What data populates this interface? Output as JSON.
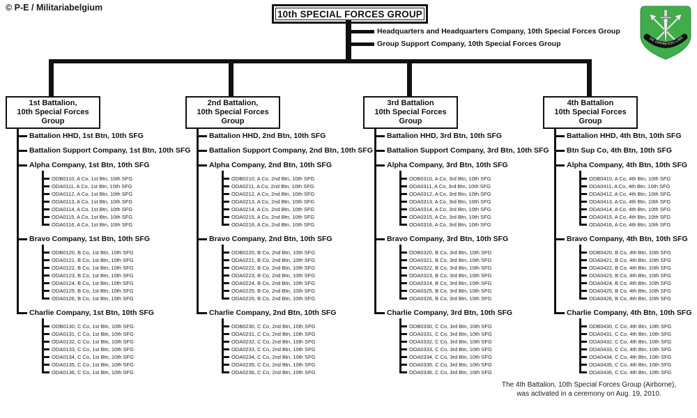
{
  "copyright": "© P-E / Militariabelgium",
  "root": {
    "title": "10th SPECIAL FORCES GROUP"
  },
  "group_units": [
    "Headquarters and Headquarters Company, 10th Special Forces Group",
    "Group Support Company, 10th Special Forces Group"
  ],
  "footnote": {
    "line1": "The 4th Battalion, 10th Special Forces Group (Airborne),",
    "line2": "was activated in a ceremony on Aug. 19, 2010."
  },
  "insignia": {
    "description": "10th Special Forces Group green beret flash with Special Forces crest",
    "motto": "DE OPPRESSO LIBER",
    "green": "#3fae49"
  },
  "battalions": [
    {
      "name_line1": "1st Battalion,",
      "name_line2": "10th Special Forces Group",
      "units": [
        "Battalion HHD, 1st Btn, 10th SFG",
        "Battalion  Support Company, 1st Btn, 10th SFG"
      ],
      "companies": [
        {
          "name": "Alpha Company, 1st Btn, 10th SFG",
          "teams": [
            "ODB0110, A Co, 1st Btn,  10th SFG",
            "ODA0111, A Co, 1st Btn,  10th SFG",
            "ODA0112, A Co, 1st Btn,  10th SFG",
            "ODA0113, A Co, 1st Btn,  10th SFG",
            "ODA0114, A Co, 1st Btn,  10th SFG",
            "ODA0115, A Co, 1st Btn,  10th SFG",
            "ODA0116, A Co, 1st Btn,  10th SFG"
          ]
        },
        {
          "name": "Bravo Company, 1st Btn, 10th SFG",
          "teams": [
            "ODB0120, B Co, 1st Btn,  10th SFG",
            "ODA0121, B Co, 1st Btn,  10th SFG",
            "ODA0122, B Co, 1st Btn,  10th SFG",
            "ODA0123, B Co, 1st Btn,  10th SFG",
            "ODA0124, B Co, 1st Btn,  10th SFG",
            "ODA0125, B Co, 1st Btn,  10th SFG",
            "ODA0126, B Co, 1st Btn,  10th SFG"
          ]
        },
        {
          "name": "Charlie Company, 1st Btn, 10th SFG",
          "teams": [
            "ODB0130, C Co, 1st Btn,  10th SFG",
            "ODA0131, C Co, 1st Btn,  10th SFG",
            "ODA0132, C Co, 1st Btn,  10th SFG",
            "ODA0133, C Co, 1st Btn,  10th SFG",
            "ODA0134, C Co, 1st Btn,  10th SFG",
            "ODA0135, C Co, 1st Btn,  10th SFG",
            "ODA0136, C Co, 1st Btn,  10th SFG"
          ]
        }
      ]
    },
    {
      "name_line1": "2nd Battalion,",
      "name_line2": "10th Special Forces Group",
      "units": [
        "Battalion HHD,  2nd Btn, 10th SFG",
        "Battalion  Support Company, 2nd Btn, 10th SFG"
      ],
      "companies": [
        {
          "name": "Alpha Company, 2nd Btn, 10th SFG",
          "teams": [
            "ODB0210, A Co, 2nd Btn,  10th SFG",
            "ODA0211, A Co, 2nd Btn,  10th SFG",
            "ODA0212, A Co, 2nd Btn,  10th SFG",
            "ODA0213, A Co, 2nd Btn,  10th SFG",
            "ODA0214, A Co, 2nd Btn,  10th SFG",
            "ODA0215, A Co, 2nd Btn,  10th SFG",
            "ODA0216, A Co, 2nd Btn,  10th SFG"
          ]
        },
        {
          "name": "Bravo Company, 2nd Btn, 10th SFG",
          "teams": [
            "ODB0220, B Co, 2nd Btn,  10th SFG",
            "ODA0221, B Co, 2nd Btn,  10th SFG",
            "ODA0222, B Co, 2nd Btn,  10th SFG",
            "ODA0223, B Co, 2nd Btn,  10th SFG",
            "ODA0224, B Co, 2nd Btn,  10th SFG",
            "ODA0225, B Co, 2nd Btn,  10th SFG",
            "ODA0226, B Co, 2nd Btn,  10th SFG"
          ]
        },
        {
          "name": "Charlie Company, 2nd Btn, 10th SFG",
          "teams": [
            "ODB0230, C Co, 2nd Btn,  10th SFG",
            "ODA0231, C Co, 2nd Btn,  10th SFG",
            "ODA0232, C Co, 2nd Btn,  10th SFG",
            "ODA0233, C Co, 2nd Btn,  10th SFG",
            "ODA0234, C Co, 2nd Btn,  10th SFG",
            "ODA0235, C Co, 2nd Btn,  10th SFG",
            "ODA0236, C Co, 2nd Btn,  10th SFG"
          ]
        }
      ]
    },
    {
      "name_line1": "3rd Battalion",
      "name_line2": "10th Special Forces Group",
      "units": [
        "Battalion HHD, 3rd Btn, 10th SFG",
        "Battalion  Support Company, 3rd Btn, 10th SFG"
      ],
      "companies": [
        {
          "name": "Alpha Company, 3rd Btn, 10th SFG",
          "teams": [
            "ODB0310, A Co, 3rd Btn,  10th SFG",
            "ODA0311, A Co, 3rd Btn,  10th SFG",
            "ODA0312, A Co, 3rd Btn,  10th SFG",
            "ODA0313, A Co, 3rd Btn,  10th SFG",
            "ODA0314, A Co, 3rd Btn,  10th SFG",
            "ODA0315, A Co, 3rd Btn,  10th SFG",
            "ODA0316, A Co, 3rd Btn,  10th SFG"
          ]
        },
        {
          "name": "Bravo Company, 3rd Btn, 10th SFG",
          "teams": [
            "ODB0320, B Co, 3rd Btn,  10th SFG",
            "ODA0321, B Co, 3rd Btn,  10th SFG",
            "ODA0322, B Co, 3rd Btn,  10th SFG",
            "ODA0323, B Co, 3rd Btn,  10th SFG",
            "ODA0324, B Co, 3rd Btn,  10th SFG",
            "ODA0325, B Co, 3rd Btn,  10th SFG",
            "ODA0326, B Co, 3rd Btn,  10th SFG"
          ]
        },
        {
          "name": "Charlie Company, 3rd Btn, 10th SFG",
          "teams": [
            "ODB0330, C Co, 3rd Btn,  10th SFG",
            "ODA0331, C Co, 3rd Btn,  10th SFG",
            "ODA0332, C Co, 3rd Btn,  10th SFG",
            "ODA0333, C Co, 3rd Btn,  10th SFG",
            "ODA0334, C Co, 3rd Btn,  10th SFG",
            "ODA0335, C Co, 3rd Btn,  10th SFG",
            "ODA0336, C Co, 3rd Btn,  10th SFG"
          ]
        }
      ]
    },
    {
      "name_line1": "4th Battalion",
      "name_line2": "10th Special Forces Group",
      "units": [
        "Battalion HHD, 4th Btn, 10th SFG",
        "Btn  Sup Co, 4th Btn, 10th SFG"
      ],
      "companies": [
        {
          "name": "Alpha Company, 4th Btn, 10th SFG",
          "teams": [
            "ODB0410, A Co, 4th Btn,  10th SFG",
            "ODA0411, A Co, 4th Btn,  10th SFG",
            "ODA0412, A Co, 4th Btn,  10th SFG",
            "ODA0413, A Co, 4th Btn,  10th SFG",
            "ODA0414, A Co, 4th Btn,  10th SFG",
            "ODA0415, A Co, 4th Btn,  10th SFG",
            "ODA0416, A Co, 4th Btn,  10th SFG"
          ]
        },
        {
          "name": "Bravo Company, 4th Btn, 10th SFG",
          "teams": [
            "ODB0420, B Co, 4th Btn,  10th SFG",
            "ODA0421, B Co, 4th Btn,  10th SFG",
            "ODA0422, B Co, 4th Btn,  10th SFG",
            "ODA0423, B Co, 4th Btn,  10th SFG",
            "ODA0424, B Co, 4th Btn,  10th SFG",
            "ODA0425, B Co, 4th Btn,  10th SFG",
            "ODA0426, B Co, 4th Btn,  10th SFG"
          ]
        },
        {
          "name": "Charlie Company, 4th Btn, 10th SFG",
          "teams": [
            "ODB0430, C Co, 4th Btn,  10th SFG",
            "ODA0431, C Co, 4th Btn,  10th SFG",
            "ODA0432, C Co, 4th Btn,  10th SFG",
            "ODA0433, C Co, 4th Btn,  10th SFG",
            "ODA0434, C Co, 4th Btn,  10th SFG",
            "ODA0435, C Co, 4th Btn,  10th SFG",
            "ODA0436, C Co, 4th Btn,  10th SFG"
          ]
        }
      ]
    }
  ]
}
